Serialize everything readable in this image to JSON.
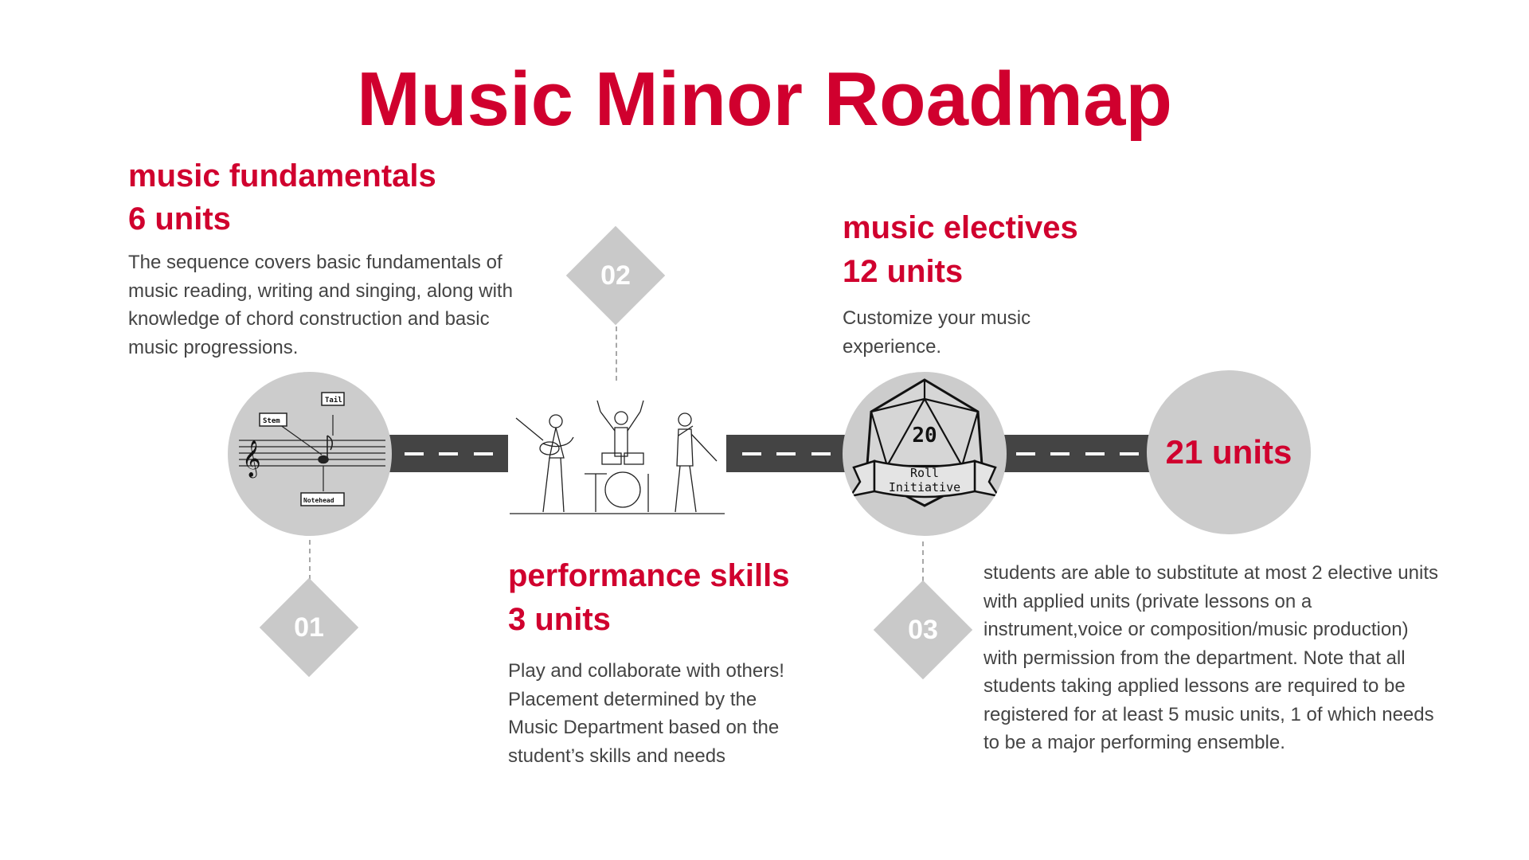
{
  "title": "Music Minor Roadmap",
  "steps": [
    {
      "number": "01",
      "heading": "music fundamentals",
      "units": "6 units",
      "description": "The sequence covers basic fundamentals of music reading, writing and singing, along with knowledge of chord construction and basic music progressions."
    },
    {
      "number": "02",
      "heading": "performance skills",
      "units": "3 units",
      "description": "Play and collaborate with others! Placement determined by the Music Department based on the student’s skills and needs"
    },
    {
      "number": "03",
      "heading": "music electives",
      "units": "12 units",
      "description": "Customize your music experience.",
      "note": "students are able to substitute at most 2 elective units with applied units (private lessons on a instrument,voice or composition/music production) with permission from the department. Note that all students taking applied lessons are required to be registered for at least 5 music units, 1 of which needs to be a major performing ensemble."
    }
  ],
  "total": "21 units",
  "illustrations": {
    "note_diagram": {
      "stem": "Stem",
      "tail": "Tail",
      "notehead": "Notehead"
    },
    "dice": {
      "number": "20",
      "banner_line1": "Roll",
      "banner_line2": "Initiative"
    }
  },
  "colors": {
    "accent": "#d0002e",
    "circle": "#cccccc",
    "road": "#444444",
    "diamond": "#c9c9c9",
    "body_text": "#444444"
  }
}
